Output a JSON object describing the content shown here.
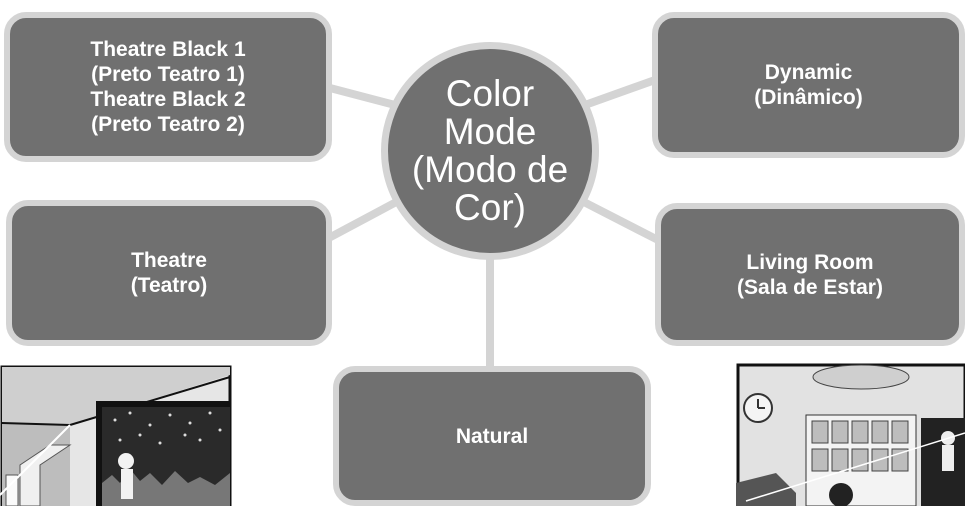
{
  "center": {
    "lines": [
      "Color",
      "Mode",
      "(Modo de",
      "Cor)"
    ]
  },
  "modes": {
    "theatre_black": {
      "lines": [
        "Theatre Black 1",
        "(Preto Teatro 1)",
        "Theatre Black 2",
        "(Preto Teatro 2)"
      ]
    },
    "dynamic": {
      "lines": [
        "Dynamic",
        "(Dinâmico)"
      ]
    },
    "theatre": {
      "lines": [
        "Theatre",
        "(Teatro)"
      ]
    },
    "living_room": {
      "lines": [
        "Living Room",
        "(Sala de Estar)"
      ]
    },
    "natural": {
      "lines": [
        "Natural"
      ]
    }
  },
  "colors": {
    "box_fill": "#707070",
    "box_border": "#d4d4d4",
    "text": "#ffffff"
  }
}
